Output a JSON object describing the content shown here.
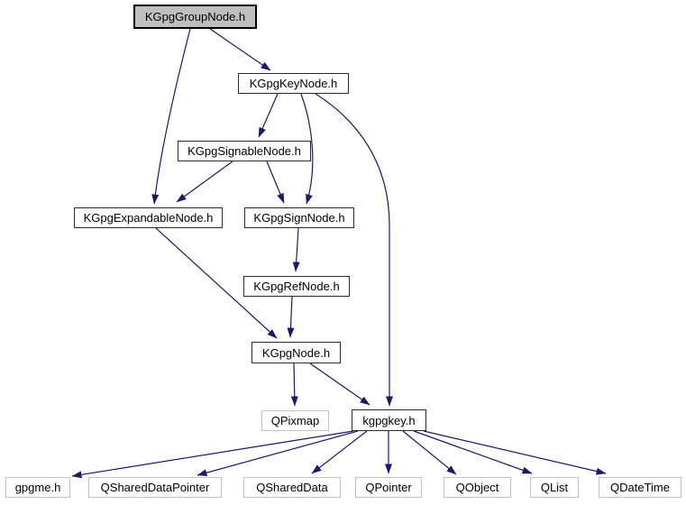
{
  "diagram": {
    "kind": "include-dependency-graph",
    "root_file": "KGpgGroupNode.h",
    "edge_color": "#191970",
    "current_node_fill": "#bfbfbf",
    "internal_border_color": "#2a2a2a",
    "external_border_color": "#c3c3c3",
    "nodes": [
      {
        "id": "kgpggroupnode",
        "label": "KGpgGroupNode.h",
        "kind": "current"
      },
      {
        "id": "kgpgkeynode",
        "label": "KGpgKeyNode.h",
        "kind": "internal"
      },
      {
        "id": "kgpgsignablenode",
        "label": "KGpgSignableNode.h",
        "kind": "internal"
      },
      {
        "id": "kgpgexpandablenode",
        "label": "KGpgExpandableNode.h",
        "kind": "internal"
      },
      {
        "id": "kgpgsignnode",
        "label": "KGpgSignNode.h",
        "kind": "internal"
      },
      {
        "id": "kgpgrefnode",
        "label": "KGpgRefNode.h",
        "kind": "internal"
      },
      {
        "id": "kgpgnode",
        "label": "KGpgNode.h",
        "kind": "internal"
      },
      {
        "id": "qpixmap",
        "label": "QPixmap",
        "kind": "external"
      },
      {
        "id": "kgpgkey",
        "label": "kgpgkey.h",
        "kind": "internal"
      },
      {
        "id": "gpgme",
        "label": "gpgme.h",
        "kind": "external"
      },
      {
        "id": "qshareddatapointer",
        "label": "QSharedDataPointer",
        "kind": "external"
      },
      {
        "id": "qshareddata",
        "label": "QSharedData",
        "kind": "external"
      },
      {
        "id": "qpointer",
        "label": "QPointer",
        "kind": "external"
      },
      {
        "id": "qobject",
        "label": "QObject",
        "kind": "external"
      },
      {
        "id": "qlist",
        "label": "QList",
        "kind": "external"
      },
      {
        "id": "qdatetime",
        "label": "QDateTime",
        "kind": "external"
      }
    ],
    "edges": [
      {
        "from": "KGpgGroupNode.h",
        "to": "KGpgKeyNode.h"
      },
      {
        "from": "KGpgGroupNode.h",
        "to": "KGpgExpandableNode.h"
      },
      {
        "from": "KGpgKeyNode.h",
        "to": "KGpgSignableNode.h"
      },
      {
        "from": "KGpgKeyNode.h",
        "to": "KGpgSignNode.h"
      },
      {
        "from": "KGpgKeyNode.h",
        "to": "kgpgkey.h"
      },
      {
        "from": "KGpgSignableNode.h",
        "to": "KGpgExpandableNode.h"
      },
      {
        "from": "KGpgSignableNode.h",
        "to": "KGpgSignNode.h"
      },
      {
        "from": "KGpgExpandableNode.h",
        "to": "KGpgNode.h"
      },
      {
        "from": "KGpgSignNode.h",
        "to": "KGpgRefNode.h"
      },
      {
        "from": "KGpgRefNode.h",
        "to": "KGpgNode.h"
      },
      {
        "from": "KGpgNode.h",
        "to": "QPixmap"
      },
      {
        "from": "KGpgNode.h",
        "to": "kgpgkey.h"
      },
      {
        "from": "kgpgkey.h",
        "to": "gpgme.h"
      },
      {
        "from": "kgpgkey.h",
        "to": "QSharedDataPointer"
      },
      {
        "from": "kgpgkey.h",
        "to": "QSharedData"
      },
      {
        "from": "kgpgkey.h",
        "to": "QPointer"
      },
      {
        "from": "kgpgkey.h",
        "to": "QObject"
      },
      {
        "from": "kgpgkey.h",
        "to": "QList"
      },
      {
        "from": "kgpgkey.h",
        "to": "QDateTime"
      }
    ]
  }
}
